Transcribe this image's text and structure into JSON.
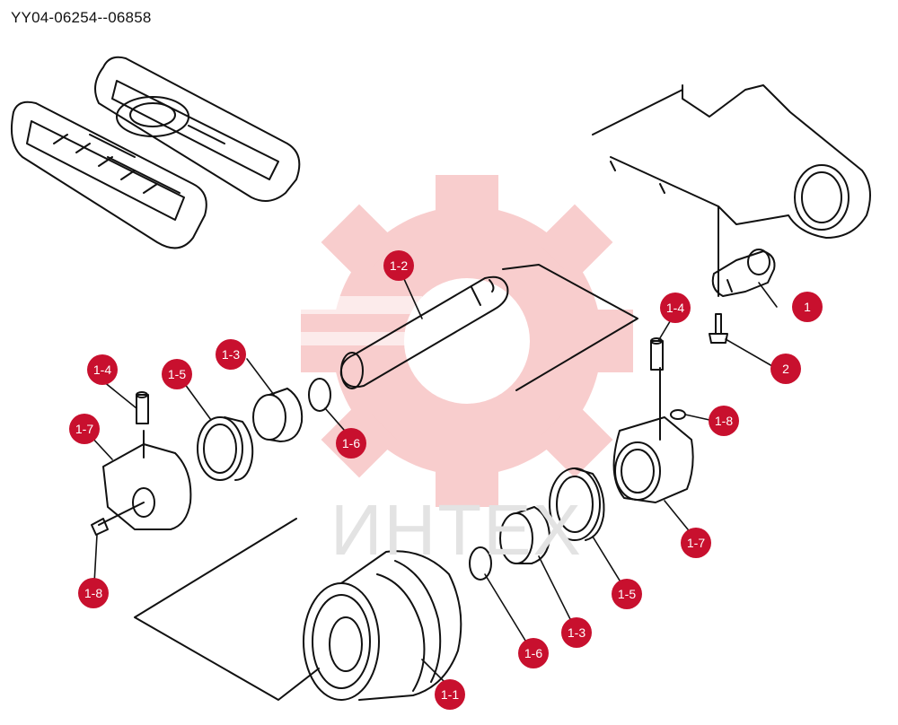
{
  "document_code": "YY04-06254--06858",
  "watermark": {
    "text": "ИНТЕХ",
    "color": "#f8c8c8"
  },
  "callout_color": "#c8102e",
  "parts": [
    {
      "label": "1"
    },
    {
      "label": "2"
    },
    {
      "label": "1-1"
    },
    {
      "label": "1-2"
    },
    {
      "label": "1-3"
    },
    {
      "label": "1-3"
    },
    {
      "label": "1-4"
    },
    {
      "label": "1-4"
    },
    {
      "label": "1-5"
    },
    {
      "label": "1-5"
    },
    {
      "label": "1-6"
    },
    {
      "label": "1-6"
    },
    {
      "label": "1-7"
    },
    {
      "label": "1-7"
    },
    {
      "label": "1-8"
    },
    {
      "label": "1-8"
    }
  ]
}
